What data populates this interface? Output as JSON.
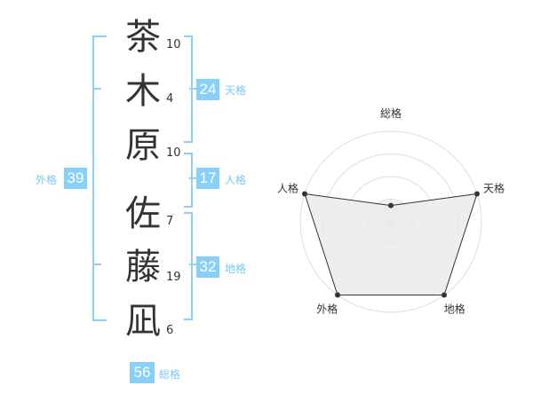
{
  "characters": [
    {
      "char": "茶",
      "strokes": "10"
    },
    {
      "char": "木",
      "strokes": "4"
    },
    {
      "char": "原",
      "strokes": "10"
    },
    {
      "char": "佐",
      "strokes": "7"
    },
    {
      "char": "藤",
      "strokes": "19"
    },
    {
      "char": "凪",
      "strokes": "6"
    }
  ],
  "kakusu": {
    "tenkaku": {
      "label": "天格",
      "value": "24"
    },
    "jinkaku": {
      "label": "人格",
      "value": "17"
    },
    "chikaku": {
      "label": "地格",
      "value": "32"
    },
    "gaikaku": {
      "label": "外格",
      "value": "39"
    },
    "soukaku": {
      "label": "総格",
      "value": "56"
    }
  },
  "chart_data": {
    "type": "radar",
    "axes": [
      "総格",
      "天格",
      "地格",
      "外格",
      "人格"
    ],
    "values": [
      0.18,
      1.0,
      1.0,
      1.0,
      1.0
    ],
    "rings": 4,
    "colors": {
      "fill": "#ebebeb",
      "line": "#333333",
      "grid": "#dddddd"
    }
  },
  "colors": {
    "accent": "#88d0f6",
    "text": "#333333"
  }
}
